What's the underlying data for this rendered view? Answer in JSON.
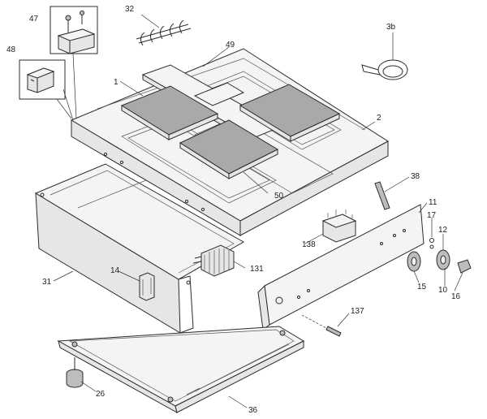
{
  "labels": {
    "l1": "1",
    "l2": "2",
    "l3b": "3b",
    "l10": "10",
    "l11": "11",
    "l12": "12",
    "l14": "14",
    "l15": "15",
    "l16": "16",
    "l17": "17",
    "l26": "26",
    "l31": "31",
    "l32": "32",
    "l36": "36",
    "l38": "38",
    "l47": "47",
    "l48": "48",
    "l49": "49",
    "l50": "50",
    "l131": "131",
    "l137": "137",
    "l138": "138"
  }
}
